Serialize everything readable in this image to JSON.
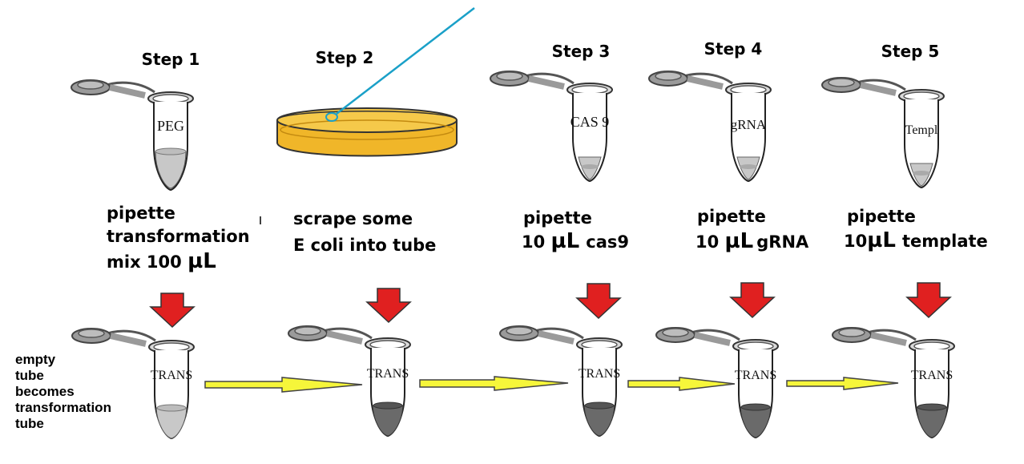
{
  "steps": [
    {
      "title": "Step 1",
      "tube_label": "PEG",
      "instruction": [
        "pipette",
        "transformation",
        "mix 100 "
      ],
      "unit": "µL"
    },
    {
      "title": "Step 2",
      "instruction": [
        "scrape some",
        "E coli into tube"
      ]
    },
    {
      "title": "Step 3",
      "tube_label": "CAS 9",
      "instruction": [
        "pipette",
        "10 "
      ],
      "unit": "µL",
      "unit_suffix": "cas9"
    },
    {
      "title": "Step 4",
      "tube_label": "gRNA",
      "instruction": [
        "pipette",
        "10 "
      ],
      "unit": "µL",
      "unit_suffix": "gRNA"
    },
    {
      "title": "Step 5",
      "tube_label": "Templ",
      "instruction": [
        "pipette",
        "10"
      ],
      "unit": "µL",
      "unit_suffix": "template"
    }
  ],
  "trans_label": "TRANS",
  "side_note": [
    "empty",
    "tube",
    "becomes",
    "transformation",
    "tube"
  ],
  "colors": {
    "arrow_down": "#e02020",
    "arrow_right": "#f6f63a",
    "plate_agar": "#f0b629",
    "loop": "#1aa0c8",
    "tube_outline": "#222222",
    "lid_gray": "#9a9a9a",
    "liquid_light": "#c8c8c8",
    "liquid_dark": "#6a6a6a"
  }
}
